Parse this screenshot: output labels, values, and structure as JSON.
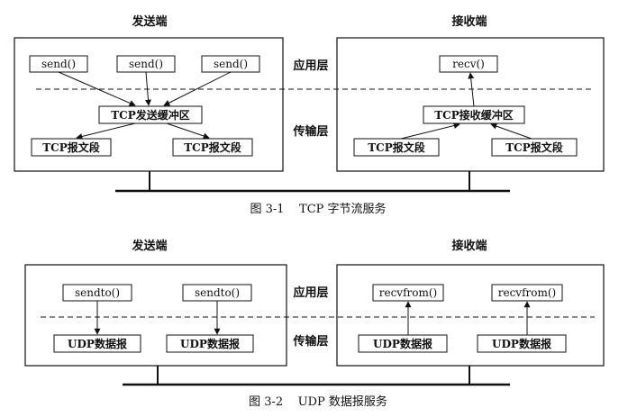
{
  "figure1": {
    "sender_title": "发送端",
    "receiver_title": "接收端",
    "app_layer": "应用层",
    "transport_layer": "传输层",
    "send_calls": [
      "send()",
      "send()",
      "send()"
    ],
    "send_buffer": "TCP发送缓冲区",
    "send_segments": [
      "TCP报文段",
      "TCP报文段"
    ],
    "recv_call": "recv()",
    "recv_buffer": "TCP接收缓冲区",
    "recv_segments": [
      "TCP报文段",
      "TCP报文段"
    ],
    "caption": "图 3-1    TCP 字节流服务"
  },
  "figure2": {
    "sender_title": "发送端",
    "receiver_title": "接收端",
    "app_layer": "应用层",
    "transport_layer": "传输层",
    "send_calls": [
      "sendto()",
      "sendto()"
    ],
    "send_datagrams": [
      "UDP数据报",
      "UDP数据报"
    ],
    "recv_calls": [
      "recvfrom()",
      "recvfrom()"
    ],
    "recv_datagrams": [
      "UDP数据报",
      "UDP数据报"
    ],
    "caption": "图 3-2    UDP 数据报服务"
  }
}
